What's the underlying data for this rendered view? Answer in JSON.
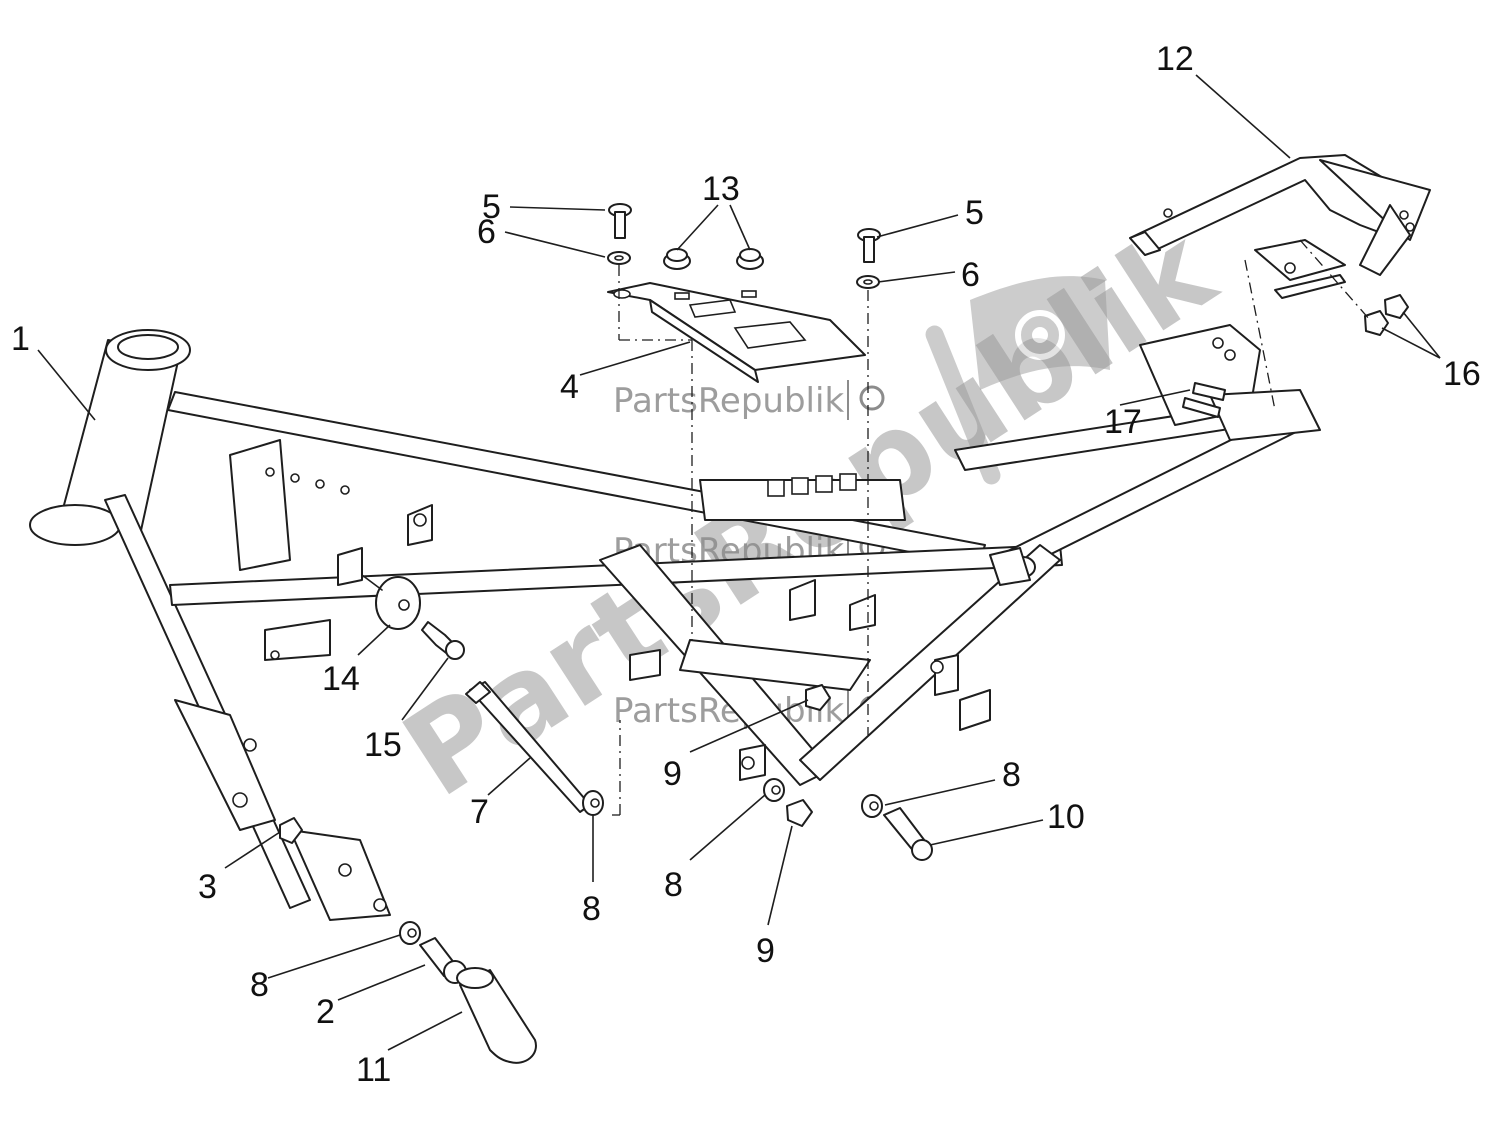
{
  "watermark": {
    "brand": "PartsRepublik",
    "color": "#9a9a9a"
  },
  "callouts": [
    {
      "id": "c1",
      "label": "1"
    },
    {
      "id": "c2",
      "label": "2"
    },
    {
      "id": "c3",
      "label": "3"
    },
    {
      "id": "c4",
      "label": "4"
    },
    {
      "id": "c5a",
      "label": "5"
    },
    {
      "id": "c5b",
      "label": "5"
    },
    {
      "id": "c6a",
      "label": "6"
    },
    {
      "id": "c6b",
      "label": "6"
    },
    {
      "id": "c7",
      "label": "7"
    },
    {
      "id": "c8a",
      "label": "8"
    },
    {
      "id": "c8b",
      "label": "8"
    },
    {
      "id": "c8c",
      "label": "8"
    },
    {
      "id": "c8d",
      "label": "8"
    },
    {
      "id": "c9a",
      "label": "9"
    },
    {
      "id": "c9b",
      "label": "9"
    },
    {
      "id": "c10",
      "label": "10"
    },
    {
      "id": "c11",
      "label": "11"
    },
    {
      "id": "c12",
      "label": "12"
    },
    {
      "id": "c13",
      "label": "13"
    },
    {
      "id": "c14",
      "label": "14"
    },
    {
      "id": "c15",
      "label": "15"
    },
    {
      "id": "c16",
      "label": "16"
    },
    {
      "id": "c17",
      "label": "17"
    }
  ]
}
